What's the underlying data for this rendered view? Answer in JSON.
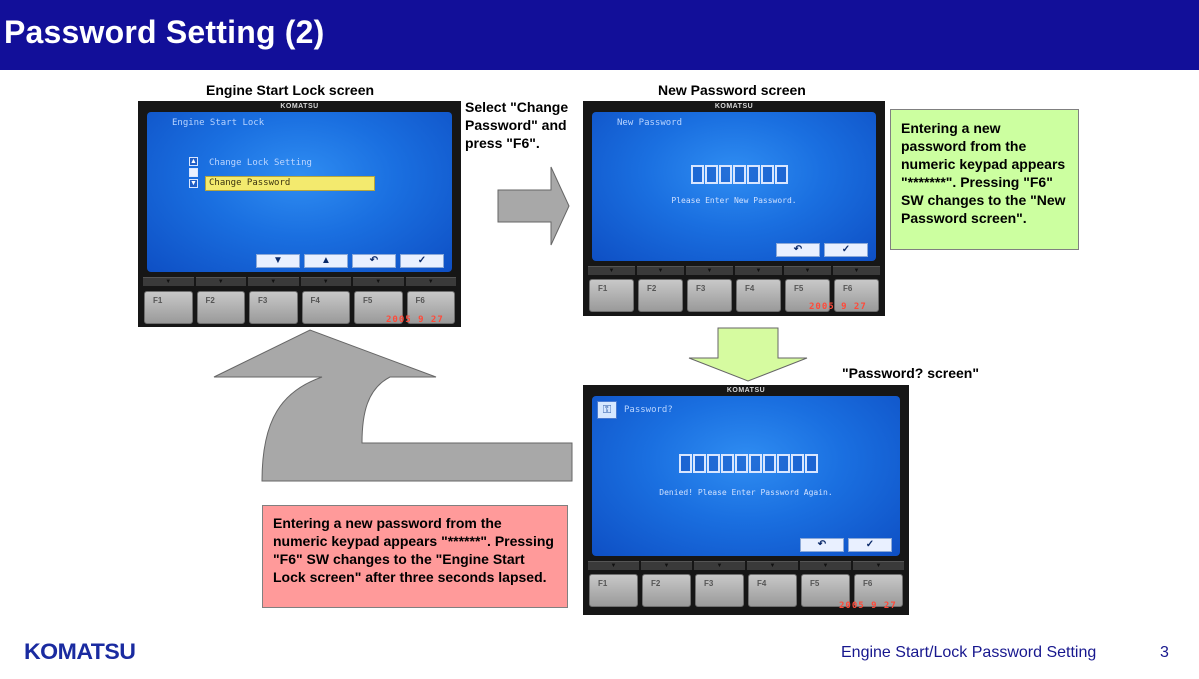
{
  "slide": {
    "title": "Password Setting (2)",
    "footer_logo": "KOMATSU",
    "footer_title": "Engine Start/Lock Password Setting",
    "page_number": "3"
  },
  "captions": {
    "engine_start_lock": "Engine Start Lock screen",
    "new_password": "New Password screen",
    "password_query": "\"Password? screen\""
  },
  "instructions": {
    "select_change": "Select \"Change Password\" and press \"F6\".",
    "green_note": "Entering a new password from the numeric keypad appears \"*******\". Pressing \"F6\" SW changes to the \"New Password screen\".",
    "pink_note": "Entering a new password from the numeric keypad appears \"******\". Pressing \"F6\" SW changes to the \"Engine Start Lock screen\" after three seconds lapsed."
  },
  "monitors": {
    "brand": "KOMATSU",
    "function_keys": [
      "F1",
      "F2",
      "F3",
      "F4",
      "F5",
      "F6"
    ],
    "strip_marks": [
      "▼",
      "▼",
      "▼",
      "▼",
      "▼",
      "▼"
    ],
    "engine_lock": {
      "screen_title": "Engine Start Lock",
      "menu_item_1": "Change Lock Setting",
      "menu_item_2": "Change Password",
      "scroll_up": "▲",
      "scroll_down": "▼",
      "softkeys": [
        "▼",
        "▲",
        "↶",
        "✓"
      ],
      "stamp": "2005  9 27"
    },
    "new_password": {
      "screen_title": "New Password",
      "message": "Please Enter New Password.",
      "box_count": 7,
      "softkeys": [
        "↶",
        "✓"
      ],
      "stamp": "2005  9 27"
    },
    "password_query": {
      "screen_title": "Password?",
      "message": "Denied! Please Enter Password Again.",
      "box_count": 10,
      "softkeys": [
        "↶",
        "✓"
      ],
      "stamp": "2005  9 27"
    }
  },
  "colors": {
    "title_bar": "#120f99",
    "green_note_bg": "#ccffa0",
    "pink_note_bg": "#ff9a9a",
    "arrow_gray": "#a8a8a8",
    "arrow_green": "#d6fba0",
    "lcd_blue": "#1a6fe0"
  }
}
